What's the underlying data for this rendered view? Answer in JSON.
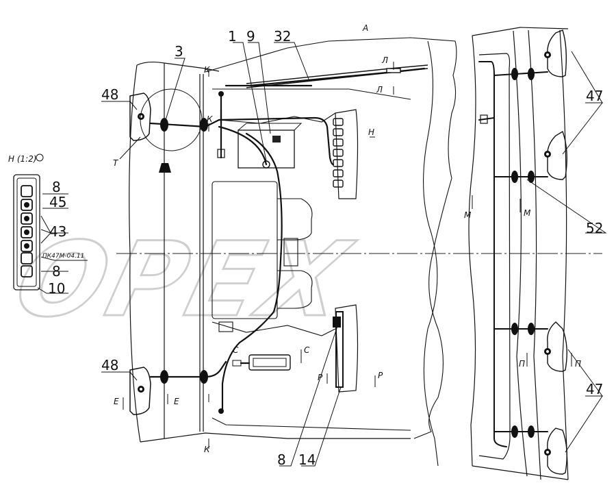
{
  "watermark": "OPEX",
  "view_label": "A",
  "detail_title": "Н (1:2)",
  "detail_part_code": "ПК47М-04.11",
  "callouts": {
    "c1": "1",
    "c9": "9",
    "c32": "32",
    "c3": "3",
    "c48_top": "48",
    "c48_bottom": "48",
    "c47_top": "47",
    "c47_bottom": "47",
    "c52": "52",
    "c8_detail_top": "8",
    "c45": "45",
    "c43": "43",
    "c8_detail_bottom": "8",
    "c10": "10",
    "c8_bottom": "8",
    "c14": "14"
  },
  "section_marks": {
    "l1": "Л",
    "l2": "Л",
    "k1": "К",
    "k2": "К",
    "k3": "К",
    "h": "Н",
    "t": "Т",
    "m1": "М",
    "m2": "М",
    "p1": "П",
    "p2": "П",
    "s1": "С",
    "s2": "С",
    "r1": "Р",
    "r2": "Р",
    "e1": "Е",
    "e2": "Е"
  }
}
